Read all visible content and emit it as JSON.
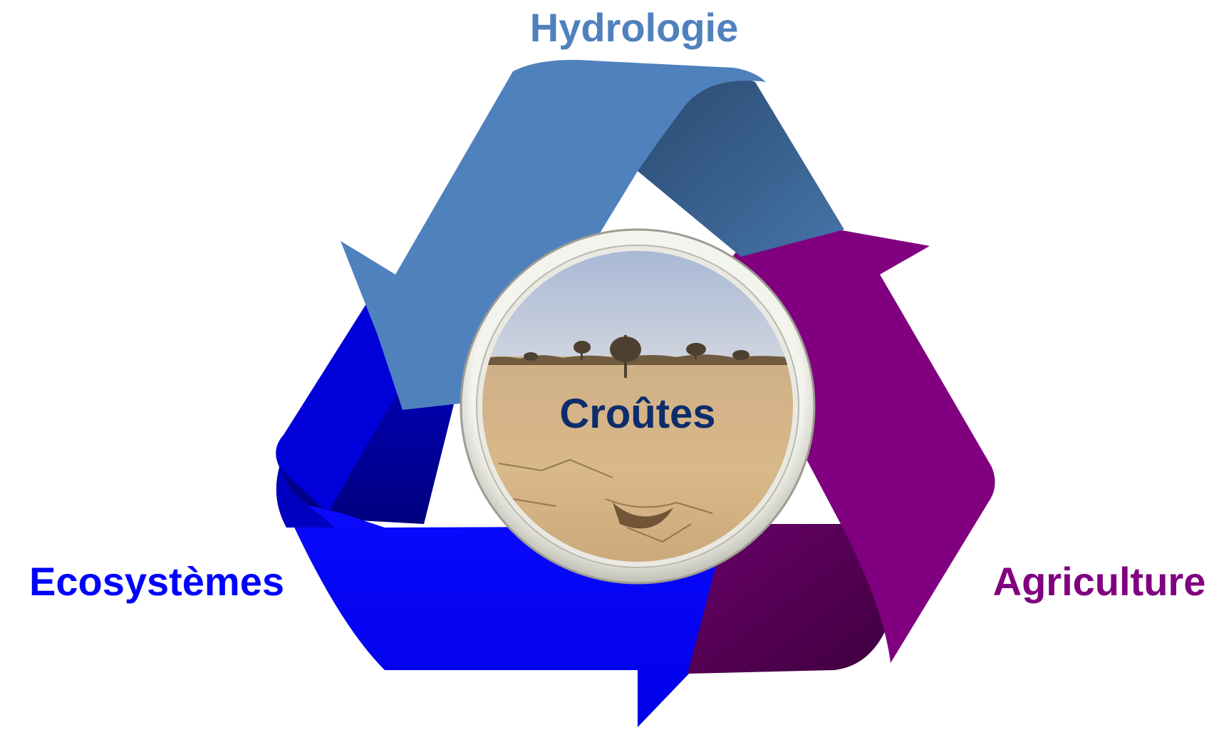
{
  "diagram": {
    "center_label": "Croûtes",
    "nodes": [
      {
        "id": "hydrologie",
        "label": "Hydrologie",
        "color": "#4F81BD"
      },
      {
        "id": "agriculture",
        "label": "Agriculture",
        "color": "#800080"
      },
      {
        "id": "ecosystemes",
        "label": "Ecosystèmes",
        "color": "#0000FF"
      }
    ],
    "colors": {
      "blue_arrow": "#0000FF",
      "blue_arrow_dark": "#00008B",
      "steel_arrow": "#4F81BD",
      "steel_arrow_dark": "#2E4D73",
      "purple_arrow": "#800080",
      "purple_arrow_dark": "#4B004B",
      "center_text": "#0D2C6B",
      "ring": "#DCDCD5"
    },
    "center_image": "photo of a dry sahelian landscape with sparse trees and cracked soil crust"
  }
}
